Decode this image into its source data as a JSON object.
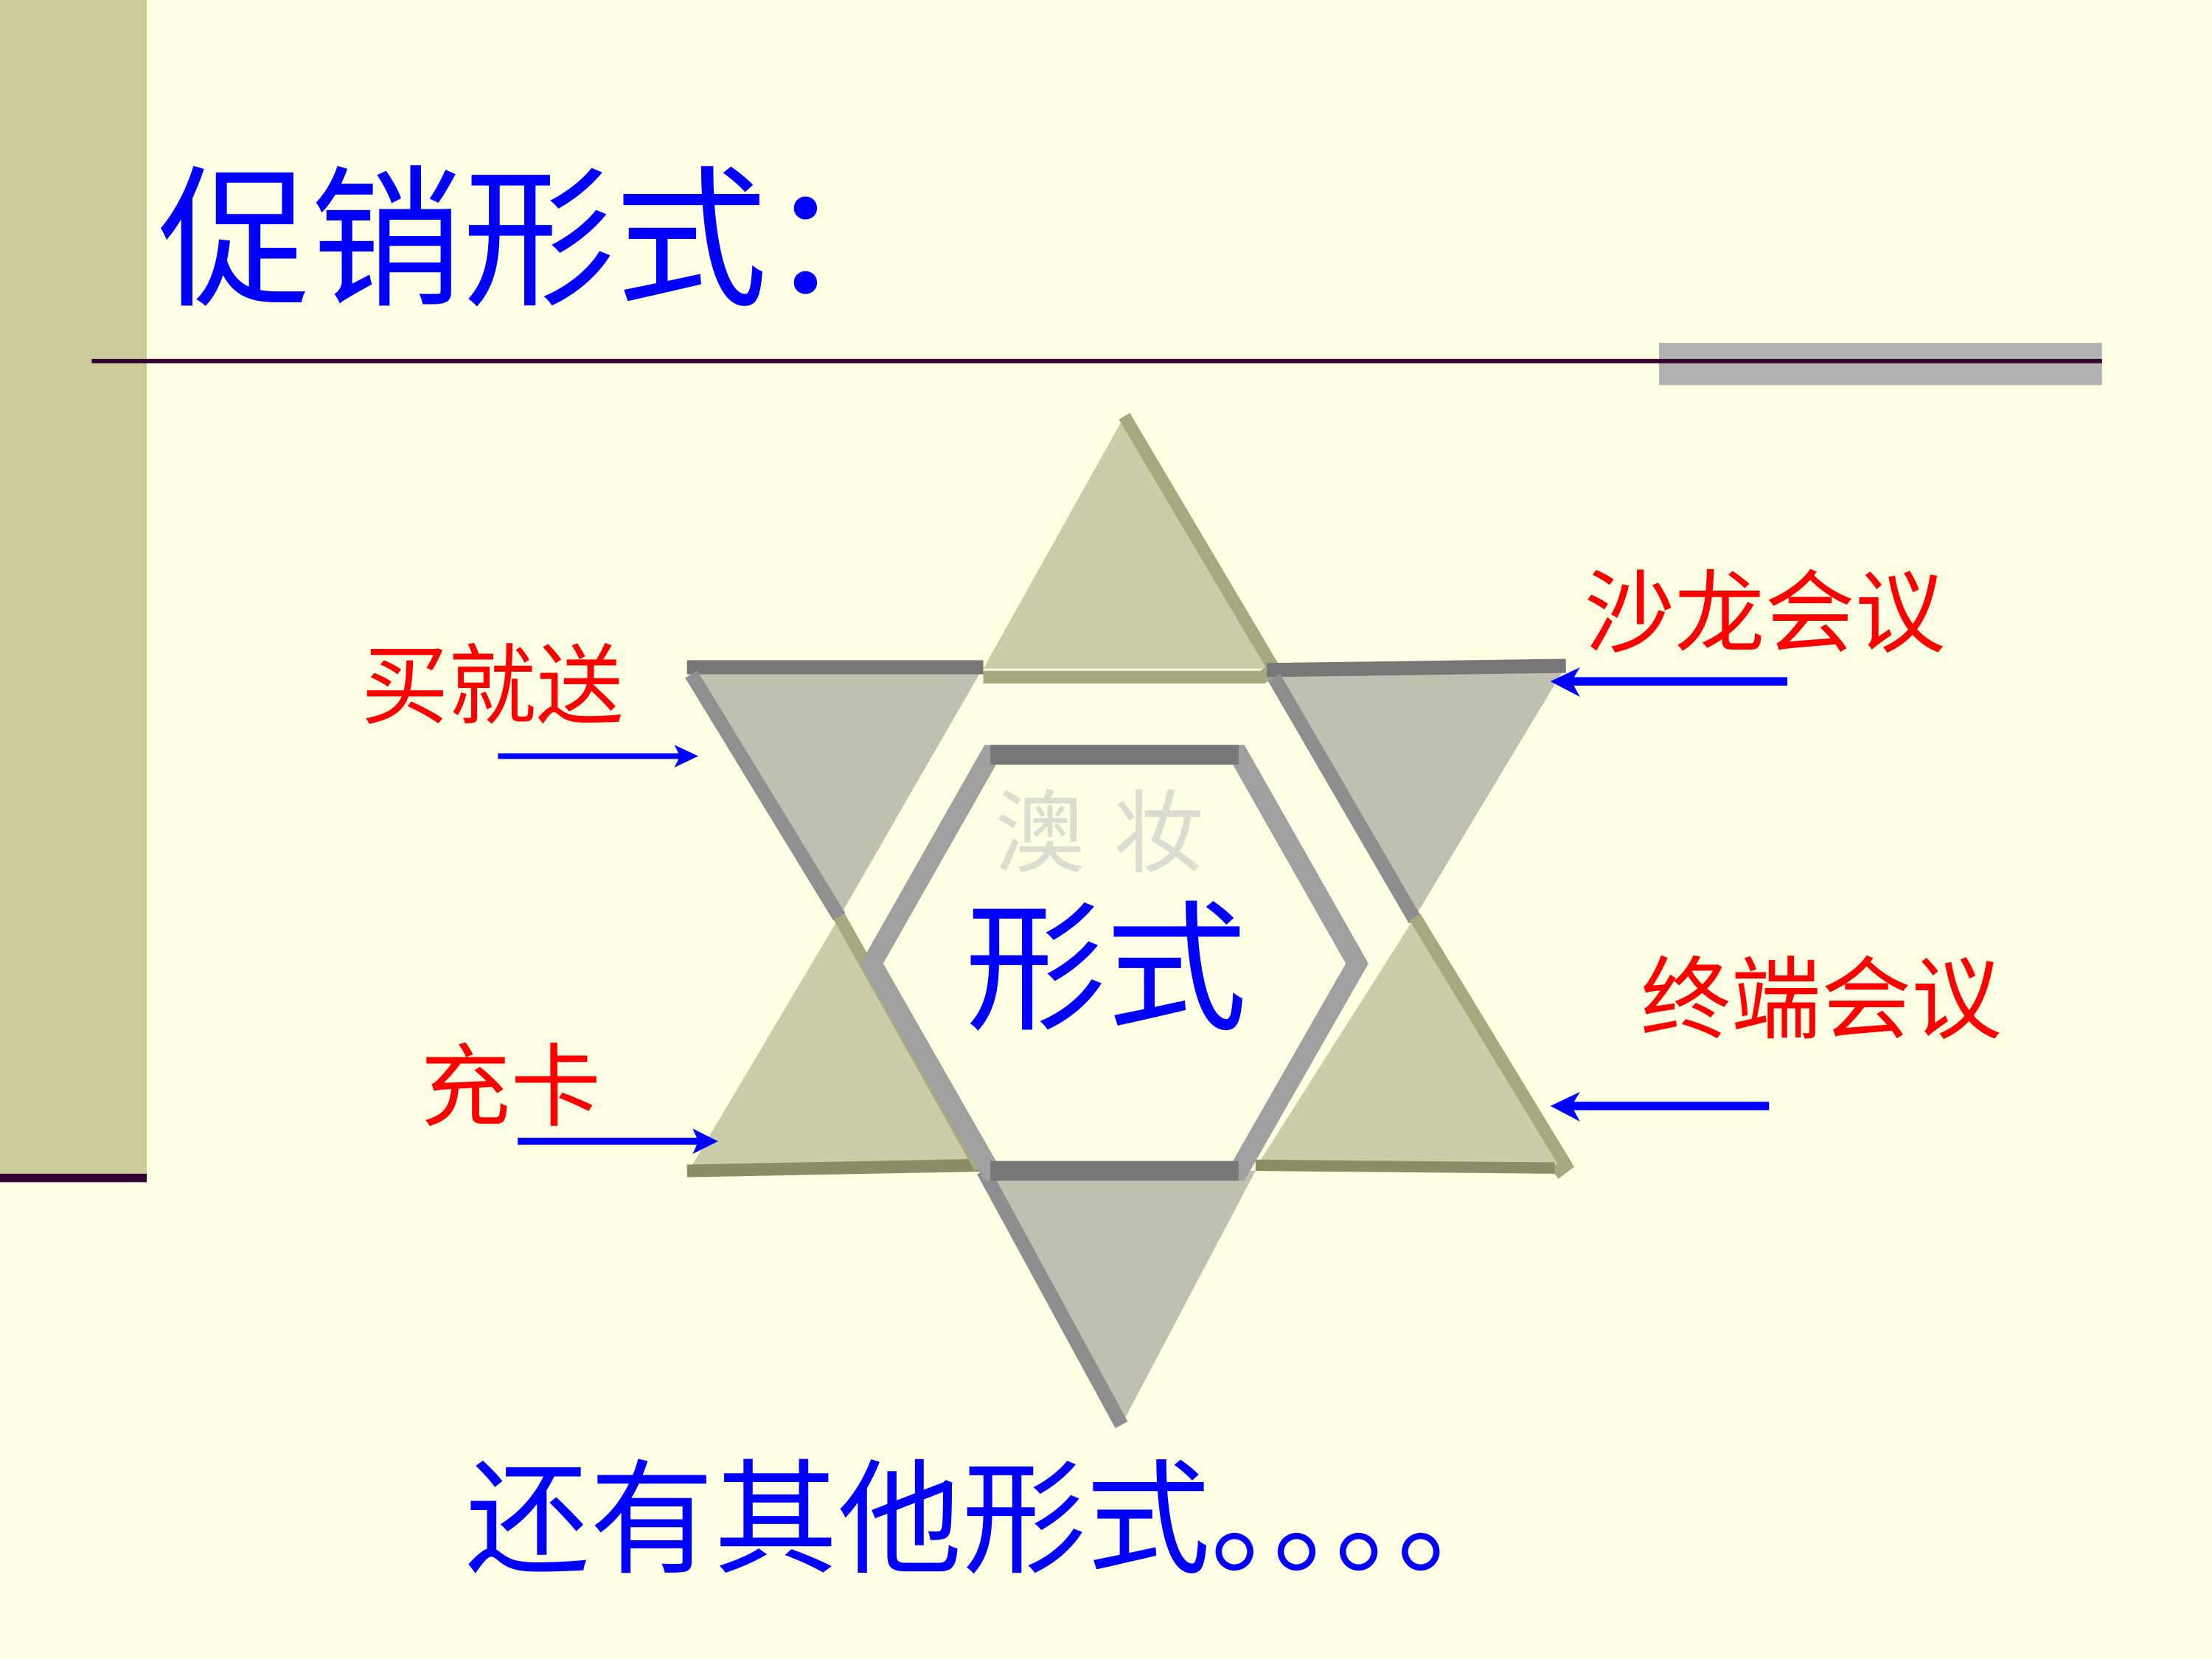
{
  "slide": {
    "title": "促销形式：",
    "center_label": "形式",
    "watermark": "澳 妆",
    "labels": {
      "buy_and_gift": "买就送",
      "salon_meeting": "沙龙会议",
      "top_up_card": "充卡",
      "terminal_meeting": "终端会议"
    },
    "footer_text": "还有其他形式。。。。"
  },
  "colors": {
    "background": "#FFFFE3",
    "side_bar": "#CCCC9A",
    "title_blue": "#0000FF",
    "label_red": "#FF0000",
    "khaki_triangle": "#CCCCA9",
    "gray_triangle": "#C0C0B0"
  }
}
